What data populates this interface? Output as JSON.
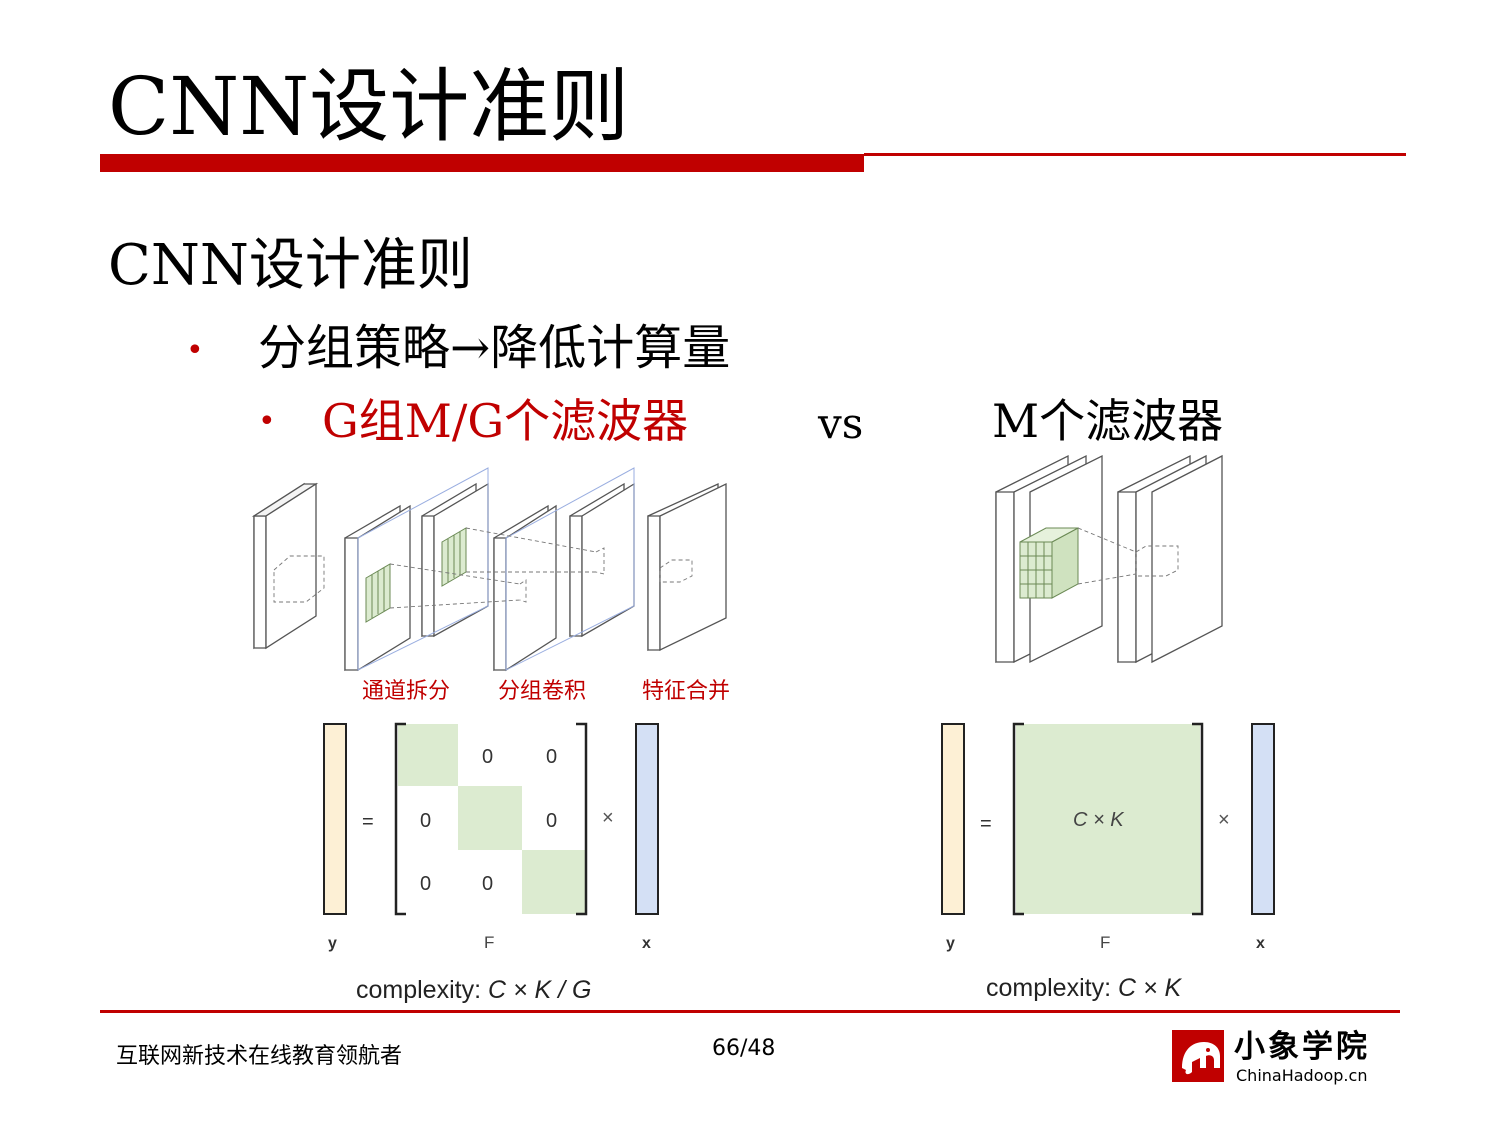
{
  "title": "CNN设计准则",
  "heading": "CNN设计准则",
  "bullets": {
    "b1_marker": "•",
    "b1": "分组策略→降低计算量",
    "b2_marker": "•",
    "b2": "G组M/G个滤波器",
    "vs": "vs",
    "right": "M个滤波器"
  },
  "diagram_captions": [
    "通道拆分",
    "分组卷积",
    "特征合并"
  ],
  "left_matrix": {
    "y_label": "y",
    "eq": "=",
    "f_label": "F",
    "times": "×",
    "x_label": "x",
    "zeros": [
      "0",
      "0",
      "0",
      "0",
      "0",
      "0"
    ],
    "complexity_prefix": "complexity: ",
    "complexity_formula": "C × K / G"
  },
  "right_matrix": {
    "y_label": "y",
    "eq": "=",
    "center": "C × K",
    "f_label": "F",
    "times": "×",
    "x_label": "x",
    "complexity_prefix": "complexity: ",
    "complexity_formula": "C × K"
  },
  "footer": {
    "tagline": "互联网新技术在线教育领航者",
    "page": "66/48",
    "logo_cn": "小象学院",
    "logo_en": "ChinaHadoop.cn"
  },
  "colors": {
    "accent_red": "#c00000",
    "green_block": "#dcebd0",
    "yellow_vector": "#fdf0d5",
    "blue_vector": "#d4e0f5"
  }
}
